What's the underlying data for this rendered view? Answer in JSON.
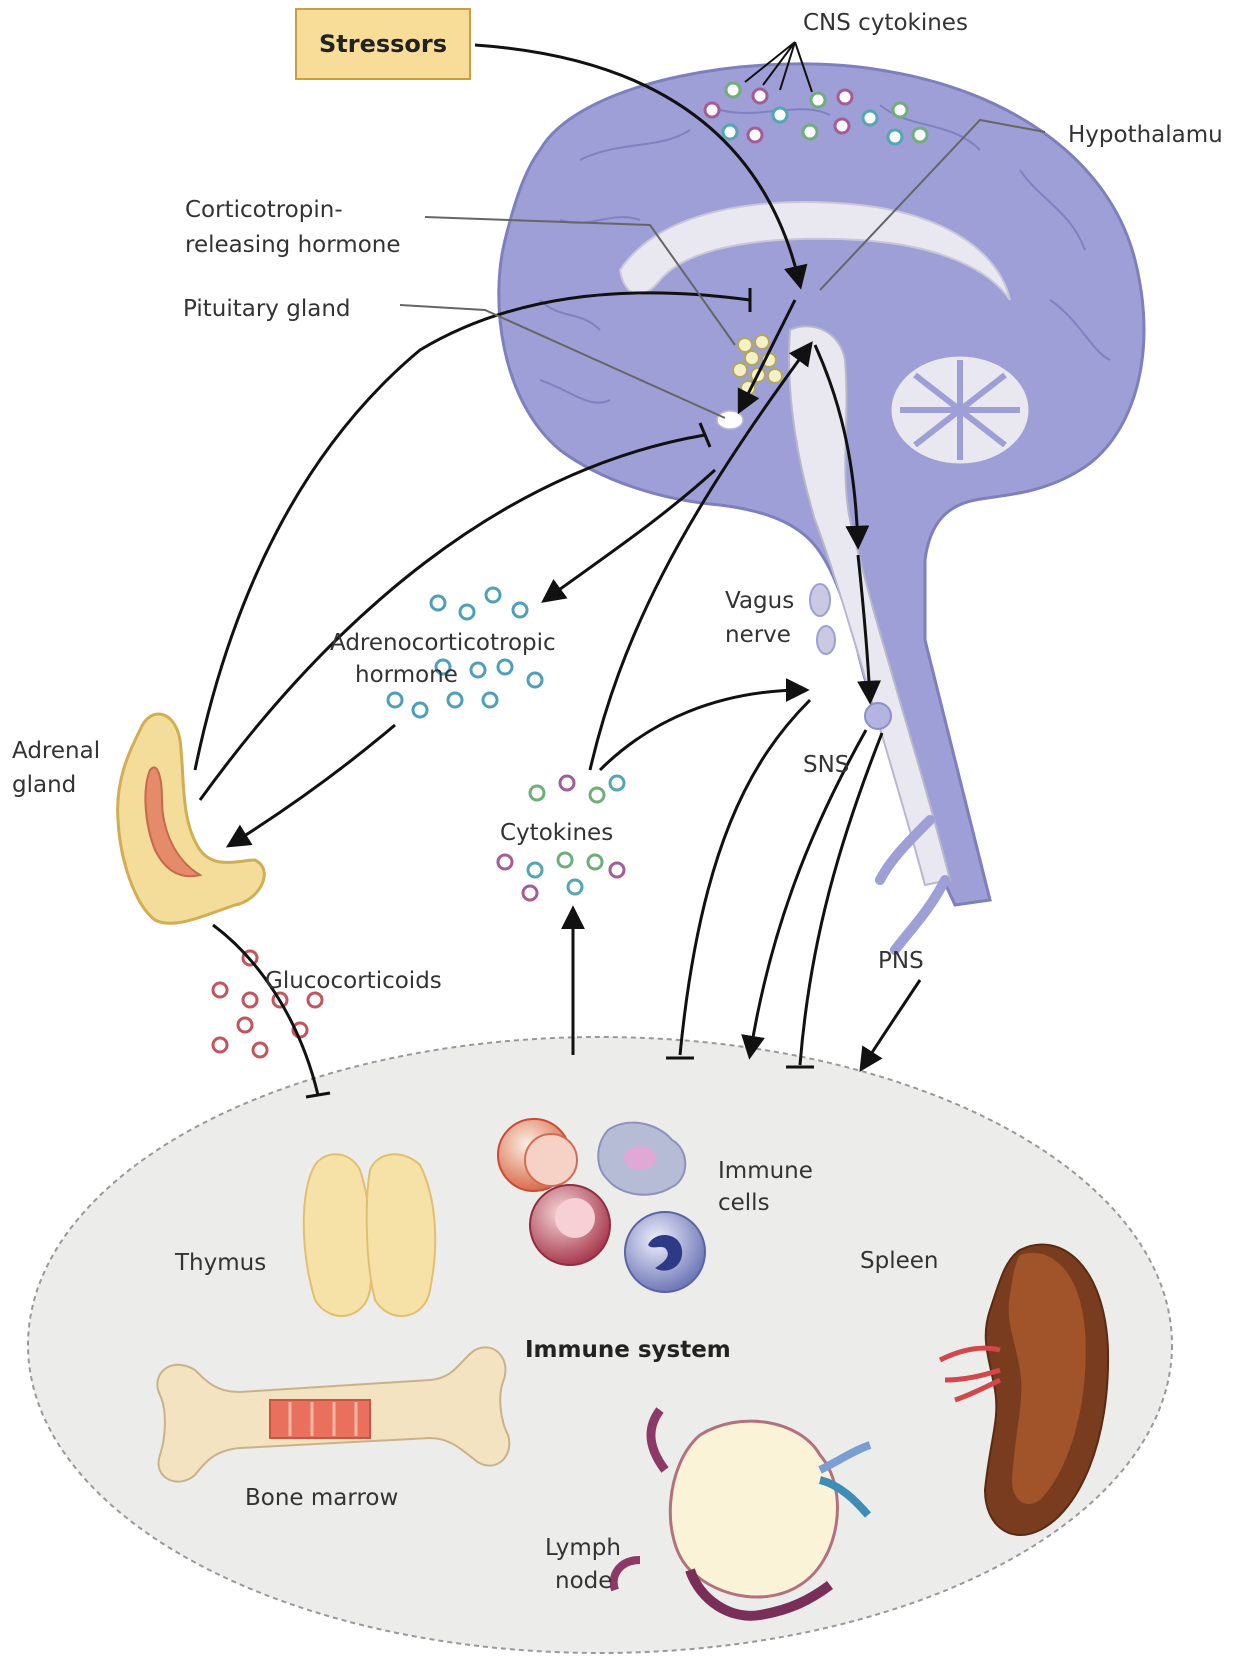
{
  "labels": {
    "stressors": "Stressors",
    "cns_cytokines": "CNS cytokines",
    "hypothalamus": "Hypothalamu",
    "crh_line1": "Corticotropin-",
    "crh_line2": "releasing hormone",
    "pituitary": "Pituitary gland",
    "acth_line1": "Adrenocorticotropic",
    "acth_line2": "hormone",
    "vagus_line1": "Vagus",
    "vagus_line2": "nerve",
    "adrenal_line1": "Adrenal",
    "adrenal_line2": "gland",
    "cytokines": "Cytokines",
    "sns": "SNS",
    "pns": "PNS",
    "glucocorticoids": "Glucocorticoids",
    "immune_cells_line1": "Immune",
    "immune_cells_line2": "cells",
    "thymus": "Thymus",
    "spleen": "Spleen",
    "immune_system": "Immune system",
    "bone_marrow": "Bone marrow",
    "lymph_line1": "Lymph",
    "lymph_line2": "node"
  },
  "colors": {
    "brain": "#9d9fd6",
    "brain_dark": "#7e80bd",
    "brain_light": "#e9e8f0",
    "stress_box": "#f7dd98",
    "adrenal": "#f4dc9b",
    "immune_bg": "#ececea",
    "acth_dot": "#4f9fb8",
    "gluco_dot": "#c0555e",
    "cyto_green": "#6fae7a",
    "cyto_purple": "#a45c95",
    "cyto_teal": "#52a7b0"
  }
}
